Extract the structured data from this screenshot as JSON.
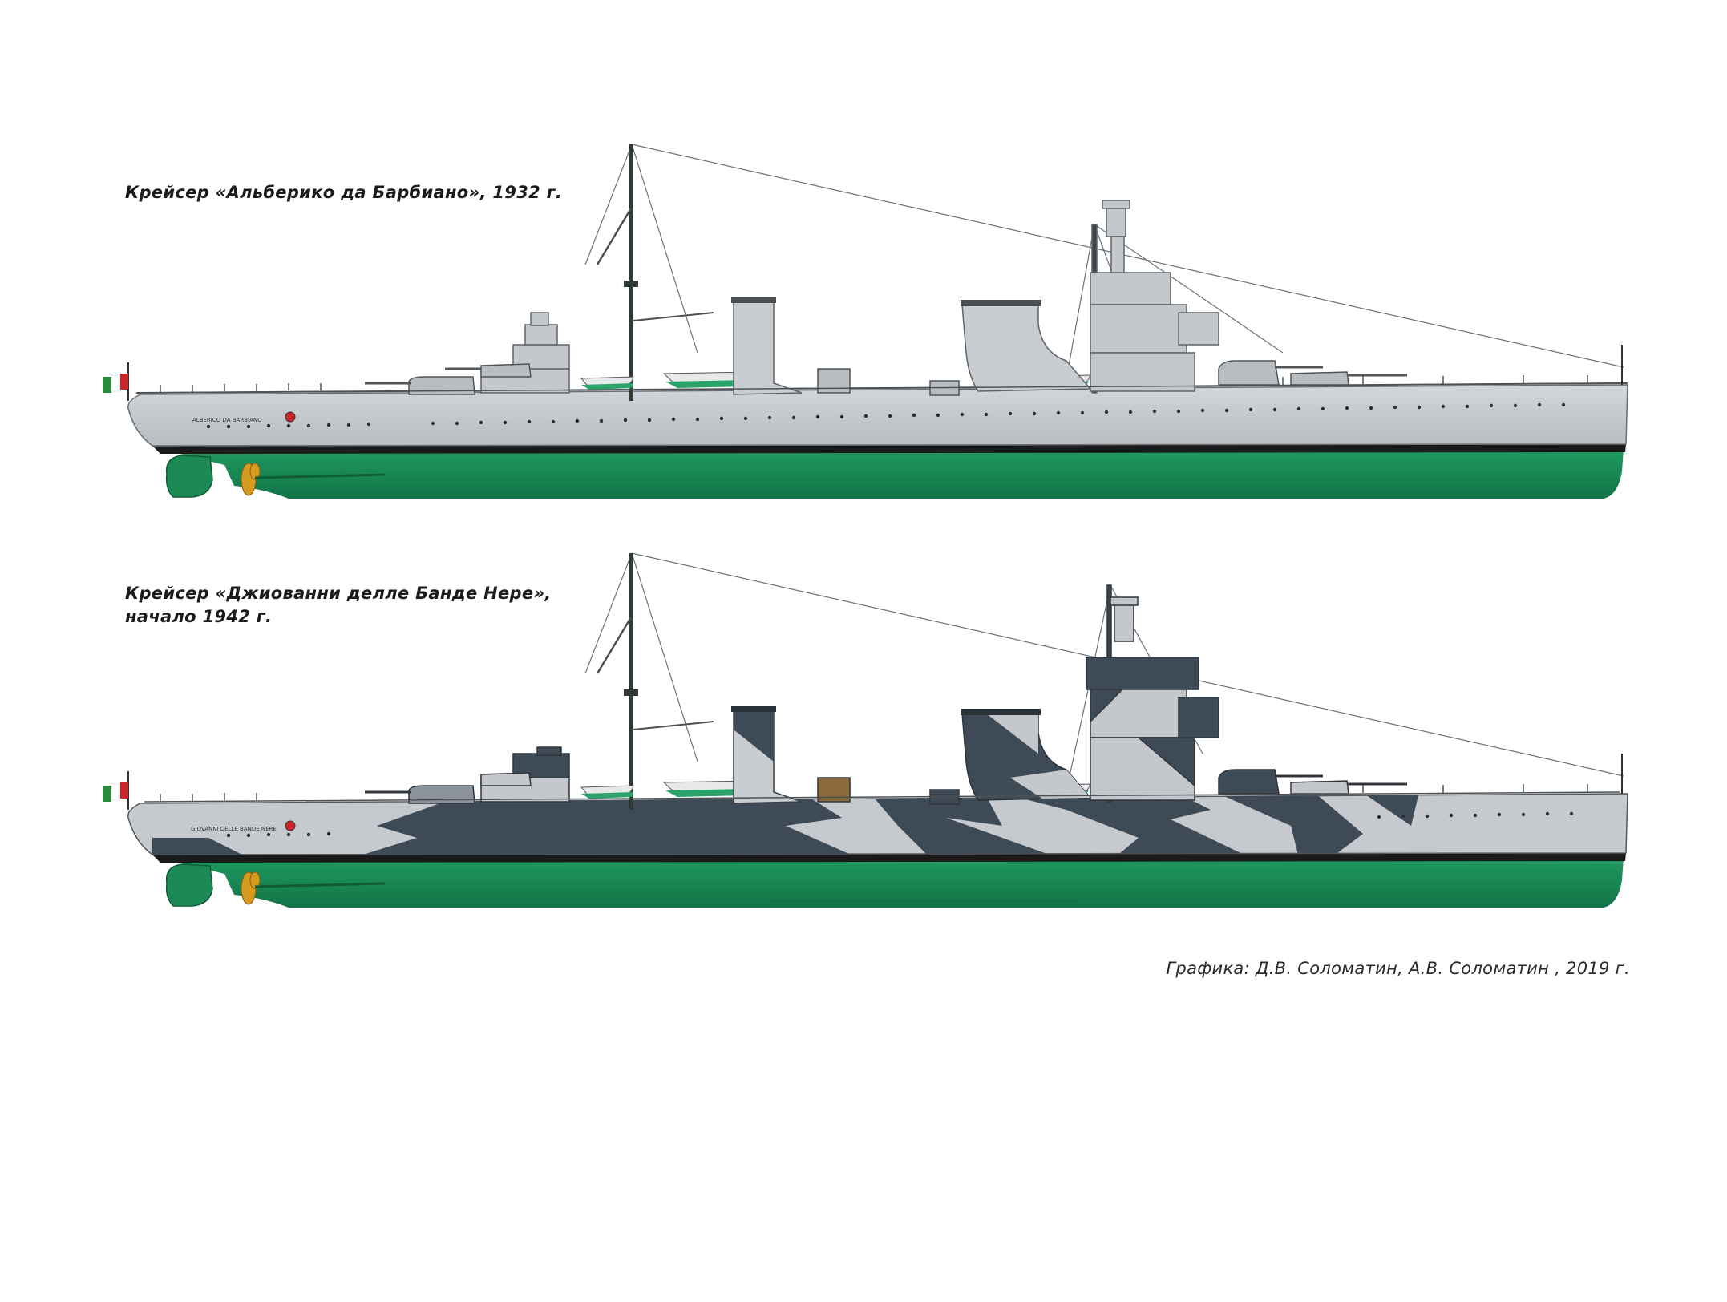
{
  "captions": {
    "ship1": "Крейсер «Альберико да Барбиано», 1932 г.",
    "ship2_line1": "Крейсер «Джиованни делле Банде Нере»,",
    "ship2_line2": "начало 1942 г."
  },
  "hull_names": {
    "ship1": "ALBERICO DA BARBIANO",
    "ship2": "GIOVANNI DELLE BANDE NERE"
  },
  "credit": "Графика: Д.В. Соломатин, А.В. Соломатин , 2019 г.",
  "colors": {
    "hull_grey": "#c9cdd1",
    "superstructure_grey": "#c4c8cc",
    "camo_dark": "#3e4a55",
    "camo_light": "#b9bec3",
    "underwater_green": "#1b8a55",
    "boot_topping": "#1a1a1a",
    "propeller": "#d69a1f",
    "boat_green": "#2aa36b"
  },
  "icons": {
    "flag": "italian-naval-ensign-icon",
    "propeller": "propeller-icon",
    "crest": "crest-icon"
  }
}
